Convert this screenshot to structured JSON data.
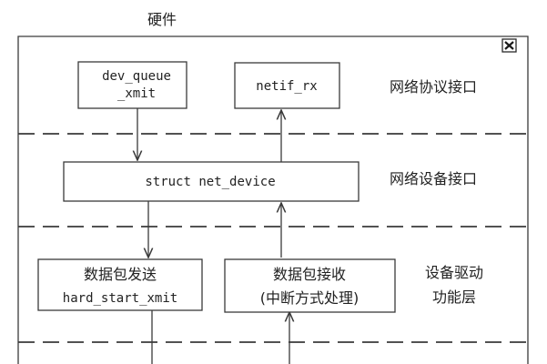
{
  "header": {
    "title": "硬件"
  },
  "close_icon": "close-icon",
  "boxes": {
    "dev_queue_xmit": {
      "line1": "dev_queue",
      "line2": "_xmit"
    },
    "netif_rx": {
      "label": "netif_rx"
    },
    "net_device": {
      "label": "struct net_device"
    },
    "send": {
      "line1": "数据包发送",
      "line2": "hard_start_xmit"
    },
    "receive": {
      "line1": "数据包接收",
      "line2": "(中断方式处理)"
    }
  },
  "layers": {
    "protocol": "网络协议接口",
    "device": "网络设备接口",
    "driver_line1": "设备驱动",
    "driver_line2": "功能层"
  }
}
